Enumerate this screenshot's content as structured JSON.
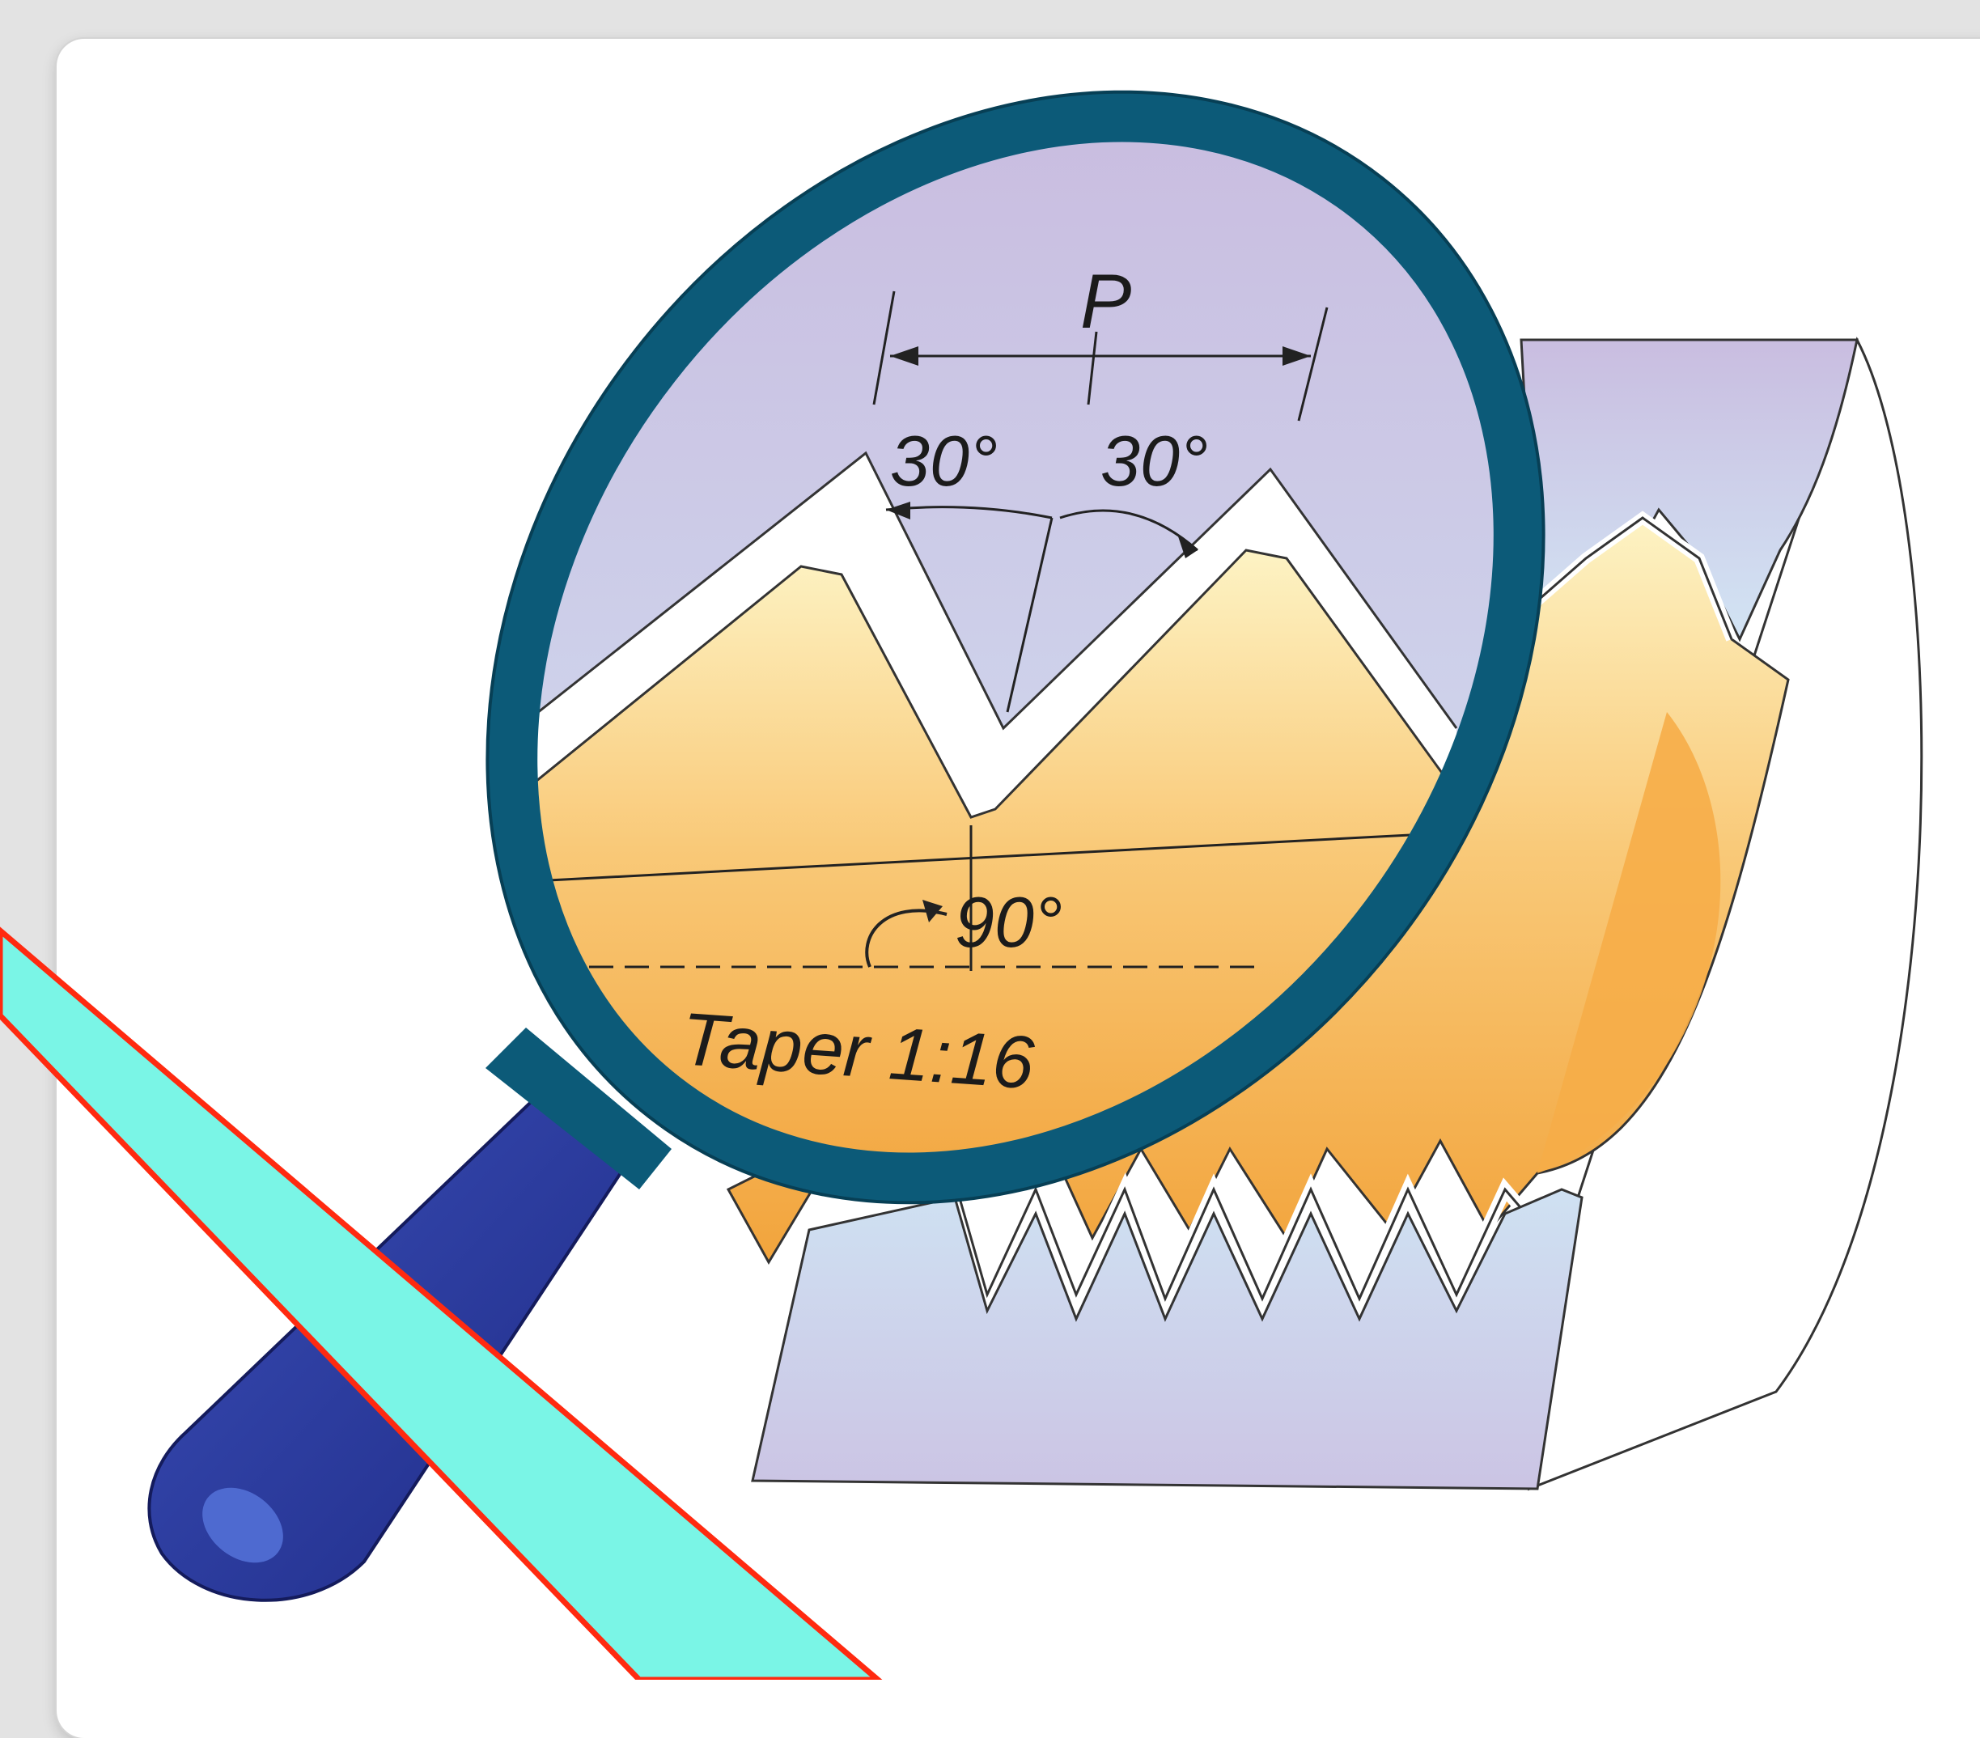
{
  "diagram": {
    "labels": {
      "pitch": "P",
      "flank_angle_left": "30°",
      "flank_angle_right": "30°",
      "axis_angle": "90°",
      "taper": "Taper 1:16"
    }
  },
  "colors": {
    "lens_ring": "#0c5a78",
    "handle": "#2a3a9a",
    "pointer_fill": "#7af5e6",
    "pointer_outline": "#ff2a10",
    "orange_thread": "#f6b04c",
    "lavender_thread": "#c8c2e2"
  },
  "icons": {
    "magnifier": "magnifying-glass-icon"
  }
}
